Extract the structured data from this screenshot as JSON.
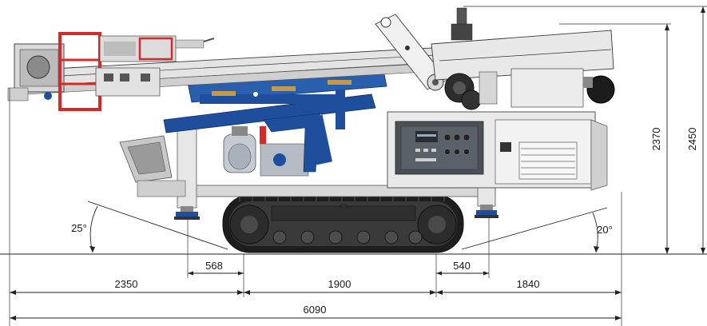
{
  "dimensions": {
    "bottom_row": [
      "2350",
      "1900",
      "1840"
    ],
    "overall_length": "6090",
    "outrigger_left": "568",
    "outrigger_right": "540",
    "height_inner": "2370",
    "height_outer": "2450"
  },
  "angles": {
    "front": "25°",
    "rear": "20°"
  },
  "colors": {
    "boom_blue": "#1f4f9c",
    "head_red": "#d42a2a",
    "body_grey": "#dcdcdc",
    "track_dark": "#2a2a2a",
    "panel_dark": "#444a50",
    "outline": "#3a3a3a"
  }
}
